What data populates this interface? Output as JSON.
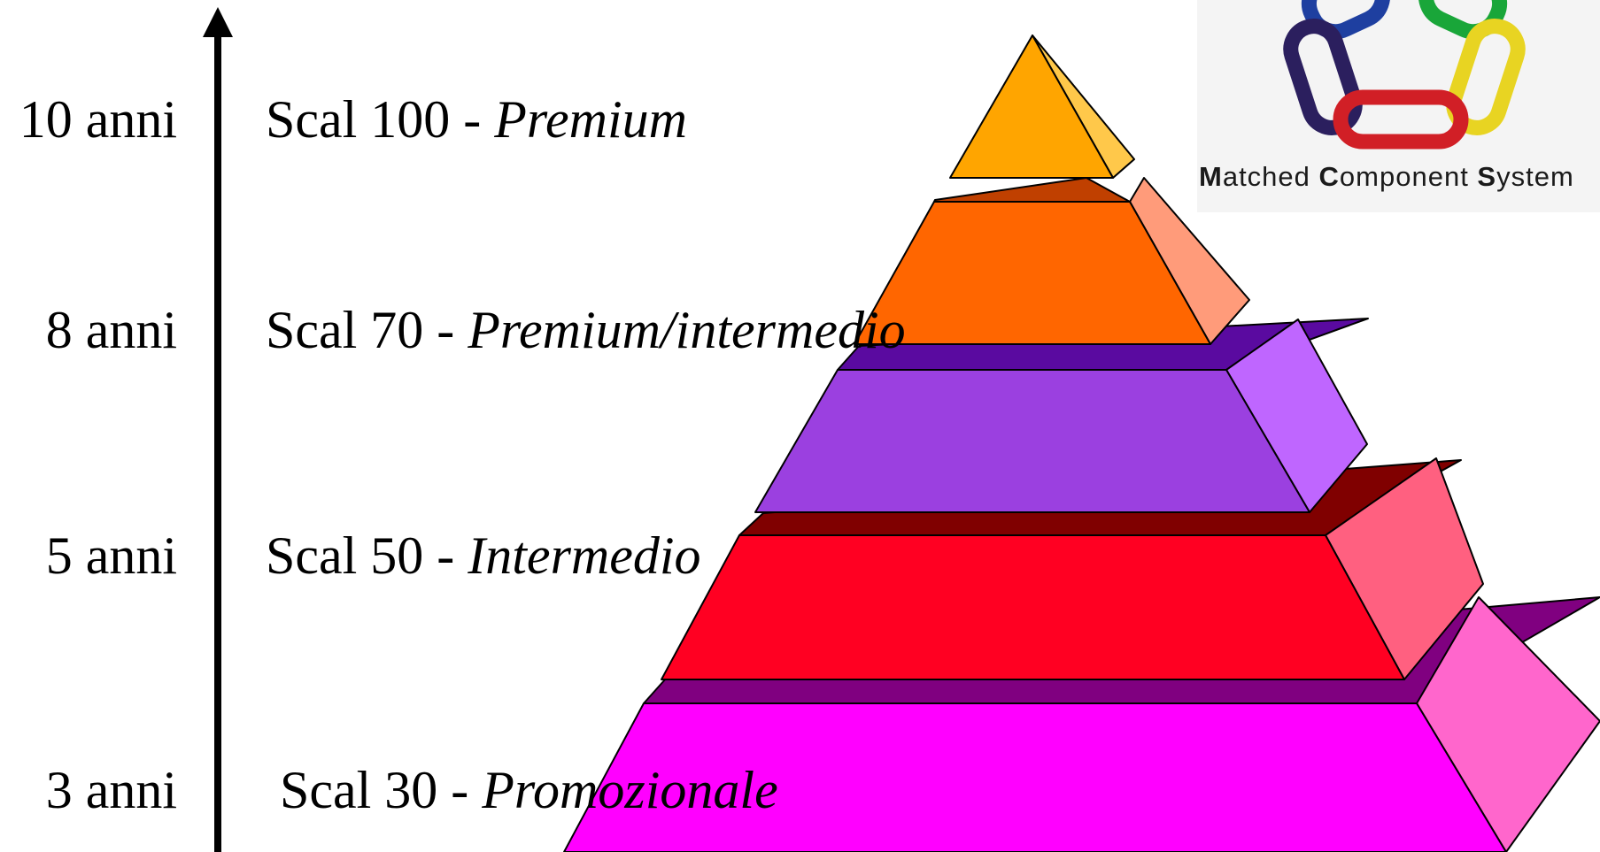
{
  "axis": {
    "years": [
      "10 anni",
      "8 anni",
      "5 anni",
      "3 anni"
    ]
  },
  "tiers": [
    {
      "prefix": "Scal 100 - ",
      "tier": "Premium"
    },
    {
      "prefix": "Scal 70 - ",
      "tier": "Premium/intermedio"
    },
    {
      "prefix": "Scal 50 - ",
      "tier": "Intermedio"
    },
    {
      "prefix": "Scal 30 - ",
      "tier": "Promozionale"
    }
  ],
  "logo": {
    "caption": {
      "w1_cap": "M",
      "w1_rest": "atched ",
      "w2_cap": "C",
      "w2_rest": "omponent ",
      "w3_cap": "S",
      "w3_rest": "ystem"
    },
    "link_colors": [
      "#1e3fa0",
      "#19a639",
      "#e8d422",
      "#d11f26",
      "#2b1f5e"
    ]
  },
  "pyramid_colors": {
    "top": {
      "front": "#ffa500",
      "side": "#ffc84a"
    },
    "level2": {
      "front": "#ff6600",
      "side": "#ff9b7a",
      "top": "#c04000"
    },
    "level3": {
      "front": "#9b40e0",
      "side": "#bf66ff",
      "top": "#5a0aa0"
    },
    "level4": {
      "front": "#ff0022",
      "side": "#ff6080",
      "top": "#800000"
    },
    "level5": {
      "front": "#ff00ff",
      "side": "#ff66cc",
      "top": "#800080"
    }
  }
}
